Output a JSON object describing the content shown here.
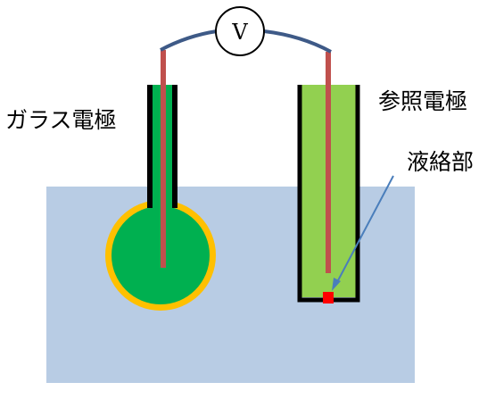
{
  "labels": {
    "glass_electrode": "ガラス電極",
    "reference_electrode": "参照電極",
    "liquid_junction": "液絡部"
  },
  "voltmeter": {
    "symbol": "V"
  },
  "colors": {
    "solution": "#b8cce4",
    "glass_fill": "#00b050",
    "glass_bulb_ring": "#ffc000",
    "reference_fill": "#92d050",
    "inner_wire": "#c0504d",
    "lead_wire": "#3e5a87",
    "junction": "#ff0000",
    "arrow": "#4a7ebb",
    "tube_wall": "#000000"
  }
}
